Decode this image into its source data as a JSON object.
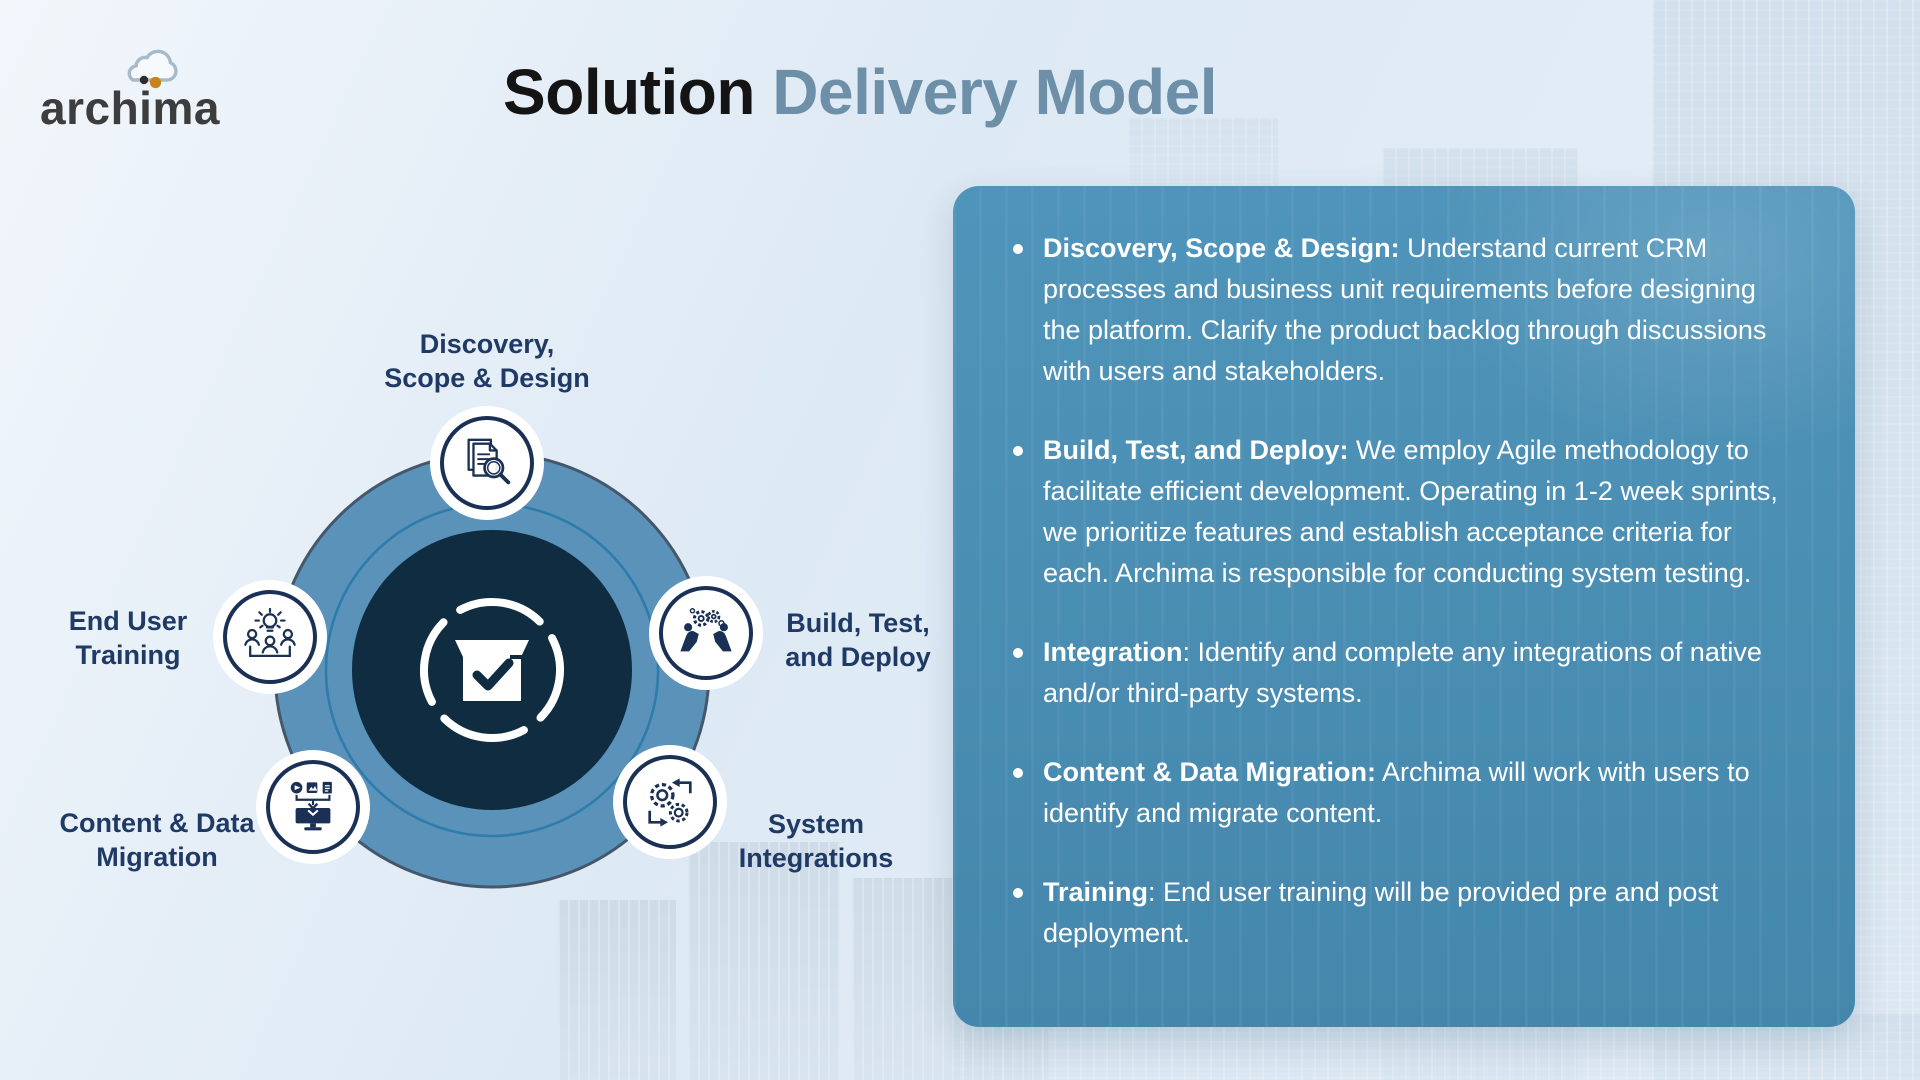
{
  "logo": {
    "wordmark": "archima"
  },
  "title": {
    "black": "Solution",
    "blue": " Delivery Model"
  },
  "colors": {
    "title_blue": "#6d8fa7",
    "label_navy": "#203a66",
    "ring_blue": "#5b92ba",
    "ring_outline": "#44576b",
    "inner_line_blue": "#2d7cab",
    "center_navy": "#0f2c41",
    "panel_teal": "#4d92b8",
    "icon_navy": "#1b3055",
    "logo_orange": "#c8831c",
    "logo_cloud_gray": "#a7bac9"
  },
  "diagram": {
    "center_icon": "package-check",
    "nodes": [
      {
        "id": "discovery",
        "icon": "documents-magnifier",
        "label_line1": "Discovery,",
        "label_line2": "Scope & Design"
      },
      {
        "id": "build",
        "icon": "people-pushing-gears",
        "label_line1": "Build, Test,",
        "label_line2": "and Deploy"
      },
      {
        "id": "system",
        "icon": "gears-sync-arrows",
        "label_line1": "System",
        "label_line2": "Integrations"
      },
      {
        "id": "content",
        "icon": "media-to-monitor",
        "label_line1": "Content & Data",
        "label_line2": "Migration"
      },
      {
        "id": "training",
        "icon": "people-lightbulb",
        "label_line1": "End User",
        "label_line2": "Training"
      }
    ]
  },
  "panel": {
    "bullets": [
      {
        "lead": "Discovery, Scope & Design:",
        "body": " Understand current CRM processes and business unit requirements before designing the platform. Clarify the product backlog through discussions with users and stakeholders."
      },
      {
        "lead": "Build, Test, and Deploy:",
        "body": " We employ Agile methodology to facilitate efficient development. Operating in 1-2 week sprints, we prioritize features and establish acceptance criteria for each. Archima is responsible for conducting system testing."
      },
      {
        "lead": "Integration",
        "body": ": Identify and complete any integrations of native and/or third-party systems."
      },
      {
        "lead": "Content & Data Migration:",
        "body": " Archima will work with users to identify and migrate content."
      },
      {
        "lead": "Training",
        "body": ": End user training will be provided pre and post deployment."
      }
    ]
  }
}
